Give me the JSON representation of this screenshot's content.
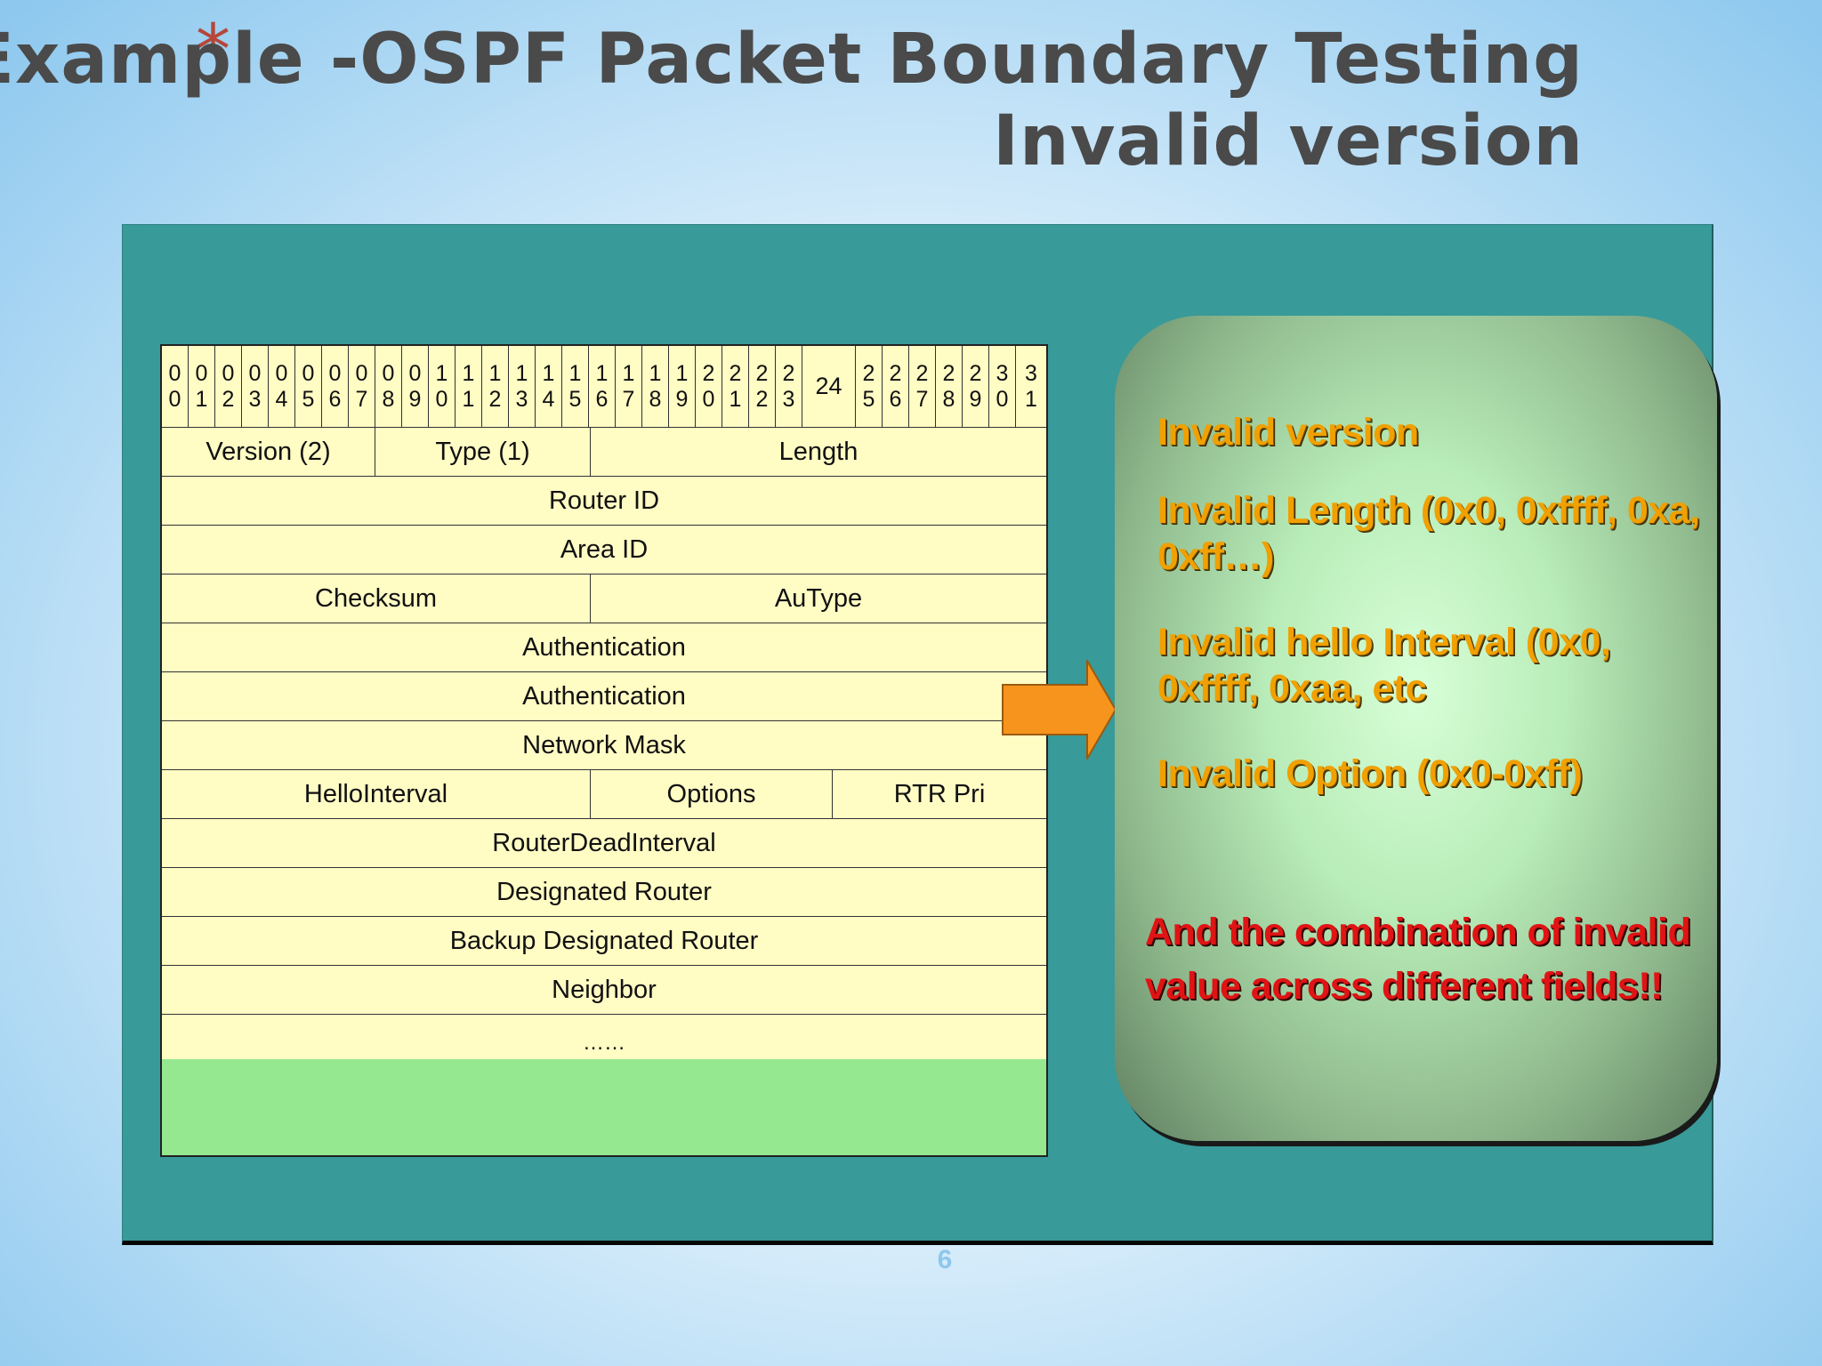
{
  "slide": {
    "bullet": "*",
    "title_line1": "Example -OSPF Packet Boundary Testing",
    "title_line2": "Invalid version",
    "page_number": "6"
  },
  "packet": {
    "bit_numbers": [
      [
        "0",
        "0"
      ],
      [
        "0",
        "1"
      ],
      [
        "0",
        "2"
      ],
      [
        "0",
        "3"
      ],
      [
        "0",
        "4"
      ],
      [
        "0",
        "5"
      ],
      [
        "0",
        "6"
      ],
      [
        "0",
        "7"
      ],
      [
        "0",
        "8"
      ],
      [
        "0",
        "9"
      ],
      [
        "1",
        "0"
      ],
      [
        "1",
        "1"
      ],
      [
        "1",
        "2"
      ],
      [
        "1",
        "3"
      ],
      [
        "1",
        "4"
      ],
      [
        "1",
        "5"
      ],
      [
        "1",
        "6"
      ],
      [
        "1",
        "7"
      ],
      [
        "1",
        "8"
      ],
      [
        "1",
        "9"
      ],
      [
        "2",
        "0"
      ],
      [
        "2",
        "1"
      ],
      [
        "2",
        "2"
      ],
      [
        "2",
        "3"
      ],
      [
        "24"
      ],
      [
        "2",
        "5"
      ],
      [
        "2",
        "6"
      ],
      [
        "2",
        "7"
      ],
      [
        "2",
        "8"
      ],
      [
        "2",
        "9"
      ],
      [
        "3",
        "0"
      ],
      [
        "3",
        "1"
      ]
    ],
    "rows": [
      [
        "Version (2)",
        "Type  (1)",
        "Length"
      ],
      [
        "Router ID"
      ],
      [
        "Area ID"
      ],
      [
        "Checksum",
        "AuType"
      ],
      [
        "Authentication"
      ],
      [
        "Authentication"
      ],
      [
        "Network Mask"
      ],
      [
        "HelloInterval",
        "Options",
        "RTR Pri"
      ],
      [
        "RouterDeadInterval"
      ],
      [
        "Designated Router"
      ],
      [
        "Backup Designated Router"
      ],
      [
        "Neighbor"
      ],
      [
        "……"
      ]
    ]
  },
  "callout": {
    "items": [
      "Invalid version",
      "Invalid Length (0x0, 0xffff, 0xa, 0xff…)",
      "Invalid hello Interval (0x0, 0xffff, 0xaa, etc",
      "Invalid Option (0x0-0xff)"
    ],
    "note": "And the combination of invalid value across different fields!!"
  },
  "colors": {
    "panel": "#389a99",
    "packet_fill": "#fffcc4",
    "packet_bottom": "#95e890",
    "arrow": "#f7941d",
    "callout_text": "#f0a000",
    "callout_note": "#e01414"
  }
}
